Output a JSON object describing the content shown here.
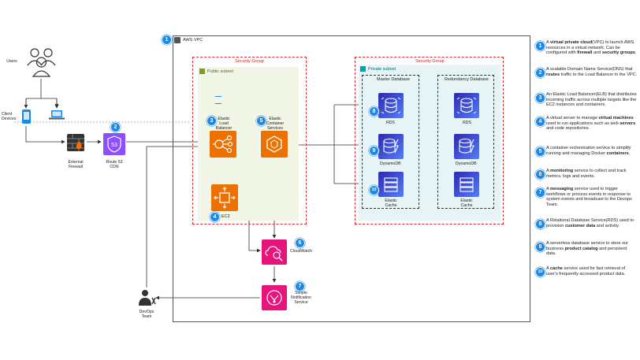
{
  "vpc": {
    "title": "AWS VPC"
  },
  "groups": {
    "public_sg": "Security Group",
    "private_sg": "Security Group",
    "public_subnet": "Public subnet",
    "private_subnet": "Private subnet",
    "master_db": "Master Database",
    "redundancy_db": "Redundancy Database"
  },
  "actors": {
    "users": "Users",
    "client_devices_line1": "Client",
    "client_devices_line2": "Devices",
    "external_firewall_line1": "External",
    "external_firewall_line2": "Firewall",
    "route53_line1": "Route 53",
    "route53_line2": "CDN",
    "devops_line1": "DevOps",
    "devops_line2": "Team"
  },
  "services": {
    "elb_line1": "Elastic",
    "elb_line2": "Load",
    "elb_line3": "Balancer",
    "ecs_line1": "Elastic",
    "ecs_line2": "Container",
    "ecs_line3": "Services",
    "ec2": "EC2",
    "cloudwatch": "CloudWatch",
    "sns_line1": "Simple",
    "sns_line2": "Notification",
    "sns_line3": "Service",
    "rds_master": "RDS",
    "dynamo_master": "DynamoDB",
    "cache_master_line1": "Elastic",
    "cache_master_line2": "Cache",
    "rds_redundant": "RDS",
    "dynamo_redundant": "DynamoDB",
    "cache_redundant_line1": "Elastic",
    "cache_redundant_line2": "Cache",
    "route53_badge_text": "53"
  },
  "badges": [
    "1",
    "2",
    "3",
    "4",
    "5",
    "6",
    "7",
    "8",
    "9",
    "10"
  ],
  "legend": [
    {
      "n": "1",
      "parts": [
        [
          "A ",
          false
        ],
        [
          "virtual private cloud",
          true
        ],
        [
          "(VPC) to launch AWS resources in a virtual network. Can be configured with ",
          false
        ],
        [
          "firewall",
          true
        ],
        [
          " and ",
          false
        ],
        [
          "security groups",
          true
        ],
        [
          ".",
          false
        ]
      ]
    },
    {
      "n": "2",
      "parts": [
        [
          "A scalable Domain Name Service(DNS) that ",
          false
        ],
        [
          "routes",
          true
        ],
        [
          " traffic to the Load Balancer in the VPC.",
          false
        ]
      ]
    },
    {
      "n": "3",
      "parts": [
        [
          "An Elastic Load Balancer(ELB) that distributes incoming traffic across multiple targets like the EC2 instances and containers.",
          false
        ]
      ]
    },
    {
      "n": "4",
      "parts": [
        [
          "A virtual server to manage ",
          false
        ],
        [
          "virtual machines",
          true
        ],
        [
          " used to run applications such as web ",
          false
        ],
        [
          "servers",
          true
        ],
        [
          " and code repositories.",
          false
        ]
      ]
    },
    {
      "n": "5",
      "parts": [
        [
          "A container orchestration service to simplify running and managing Docker ",
          false
        ],
        [
          "containers",
          true
        ],
        [
          ".",
          false
        ]
      ]
    },
    {
      "n": "6",
      "parts": [
        [
          "A ",
          false
        ],
        [
          "monitoring",
          true
        ],
        [
          " service to collect and track metrics, logs and events.",
          false
        ]
      ]
    },
    {
      "n": "7",
      "parts": [
        [
          "A ",
          false
        ],
        [
          "messaging",
          true
        ],
        [
          " service used to trigger workflows or process events in response to system events and broadcast to the Devops Team.",
          false
        ]
      ]
    },
    {
      "n": "8",
      "parts": [
        [
          "A Relational Database Service(RDS) used to provision ",
          false
        ],
        [
          "customer data",
          true
        ],
        [
          " and activity.",
          false
        ]
      ]
    },
    {
      "n": "9",
      "parts": [
        [
          "A serverless database service to store our business ",
          false
        ],
        [
          "product catalog",
          true
        ],
        [
          " and persistent data.",
          false
        ]
      ]
    },
    {
      "n": "10",
      "parts": [
        [
          "A ",
          false
        ],
        [
          "cache",
          true
        ],
        [
          " service used for fast retrieval of user's frequently accessed product data.",
          false
        ]
      ]
    }
  ],
  "colors": {
    "orange": "#ed7100",
    "purple": "#8c4fff",
    "db_blue": "#3b48cc",
    "magenta": "#e7157b",
    "badge_blue": "#1e88e5",
    "sg_red": "#d32f2f",
    "public_green": "#7aa116",
    "private_teal": "#00a4a6"
  }
}
